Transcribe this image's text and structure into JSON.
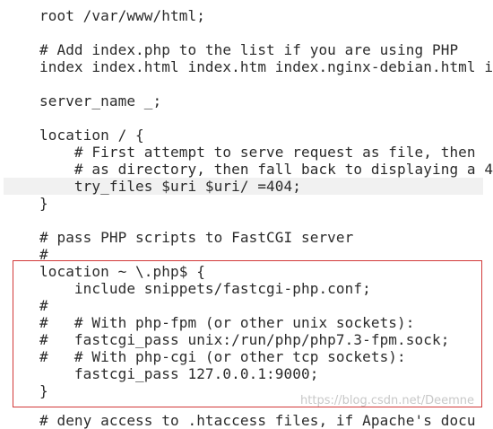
{
  "code_lines": [
    {
      "text": "root /var/www/html;"
    },
    {
      "text": ""
    },
    {
      "text": "# Add index.php to the list if you are using PHP"
    },
    {
      "text": "index index.html index.htm index.nginx-debian.html i"
    },
    {
      "text": ""
    },
    {
      "text": "server_name _;"
    },
    {
      "text": ""
    },
    {
      "text": "location / {"
    },
    {
      "text": "    # First attempt to serve request as file, then"
    },
    {
      "text": "    # as directory, then fall back to displaying a 4"
    },
    {
      "text": "    try_files $uri $uri/ =404;"
    },
    {
      "text": "}"
    },
    {
      "text": ""
    },
    {
      "text": "# pass PHP scripts to FastCGI server"
    },
    {
      "text": "#"
    },
    {
      "text": "location ~ \\.php$ {"
    },
    {
      "text": "    include snippets/fastcgi-php.conf;"
    },
    {
      "text": "#"
    },
    {
      "text": "#   # With php-fpm (or other unix sockets):"
    },
    {
      "text": "#   fastcgi_pass unix:/run/php/php7.3-fpm.sock;"
    },
    {
      "text": "#   # With php-cgi (or other tcp sockets):"
    },
    {
      "text": "    fastcgi_pass 127.0.0.1:9000;"
    },
    {
      "text": "}"
    },
    {
      "text": ""
    },
    {
      "text": "# deny access to .htaccess files, if Apache's docu"
    }
  ],
  "watermark": "https://blog.csdn.net/Deemne",
  "colors": {
    "text": "#2b2b2b",
    "current_line": "#f1f1f1",
    "selection_border": "#d23a3a",
    "watermark": "#c8c8c8"
  }
}
